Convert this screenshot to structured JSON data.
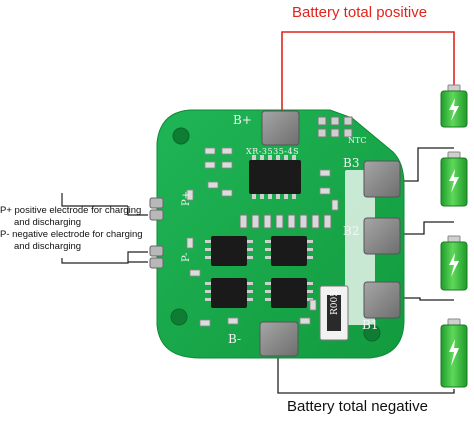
{
  "labels": {
    "battery_total_positive": "Battery total positive",
    "battery_total_negative": "Battery total negative",
    "p_plus_line1": "P+ positive electrode for charging",
    "p_plus_line2": "and discharging",
    "p_minus_line1": "P- negative electrode for charging",
    "p_minus_line2": "and discharging"
  },
  "pcb_markings": {
    "b_plus": "B+",
    "b_minus": "B-",
    "b1": "B1",
    "b2": "B2",
    "b3": "B3",
    "model": "XR-3535-4S",
    "ntc": "NTC",
    "p_plus": "P+",
    "p_minus": "P-",
    "resistor": "R005"
  },
  "colors": {
    "pcb_green": "#17a84a",
    "wire_red": "#e1241c",
    "battery_green": "#3cc13a",
    "pad_gray": "#8c8c8c"
  },
  "batteries": {
    "count": 4,
    "icon": "charging-battery-icon"
  }
}
